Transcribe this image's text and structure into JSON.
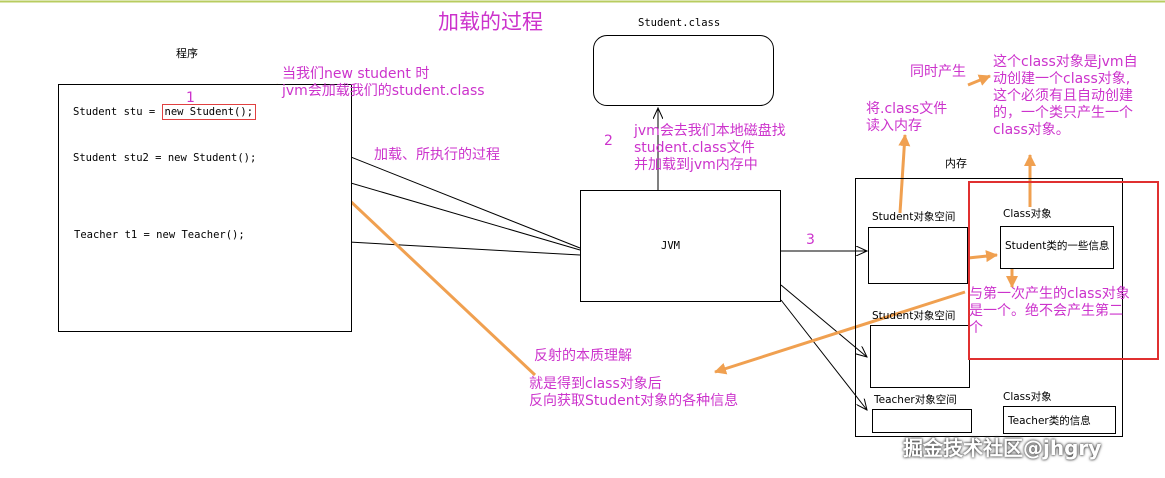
{
  "title": "加载的过程",
  "program_panel": {
    "label": "程序",
    "line1": "Student stu = ",
    "line1_highlight": "new Student();",
    "line2": "Student stu2 = new Student();",
    "line3": "Teacher t1 = new Teacher();"
  },
  "student_class_box": {
    "label": "Student.class"
  },
  "jvm_box": {
    "label": "JVM"
  },
  "memory": {
    "label": "内存",
    "student_space_1": "Student对象空间",
    "student_space_2": "Student对象空间",
    "teacher_space": "Teacher对象空间",
    "class_object_label_1": "Class对象",
    "student_info_box": "Student类的一些信息",
    "class_object_label_2": "Class对象",
    "teacher_info_box": "Teacher类的信息"
  },
  "annotations": {
    "step1_num": "1",
    "step1_line1": "当我们new student 时",
    "step1_line2": "jvm会加载我们的student.class",
    "load_process": "加载、所执行的过程",
    "step2_num": "2",
    "step2_line1": "jvm会去我们本地磁盘找",
    "step2_line2": "student.class文件",
    "step2_line3": "并加载到jvm内存中",
    "step3_num": "3",
    "read_in_line1": "将.class文件",
    "read_in_line2": "读入内存",
    "simultaneous": "同时产生",
    "class_obj_line1": "这个class对象是jvm自",
    "class_obj_line2": "动创建一个class对象,",
    "class_obj_line3": "这个必须有且自动创建",
    "class_obj_line4": "的，一个类只产生一个",
    "class_obj_line5": "class对象。",
    "same_obj_line1": "与第一次产生的class对象",
    "same_obj_line2": "是一个。绝不会产生第二",
    "same_obj_line3": "个",
    "reflection_title": "反射的本质理解",
    "reflection_line1": "就是得到class对象后",
    "reflection_line2": "反向获取Student对象的各种信息"
  },
  "watermark": "掘金技术社区@jhgry",
  "colors": {
    "pink_text": "#cc33cc",
    "orange_arrow": "#f0a050",
    "red_frame": "#e03030"
  }
}
